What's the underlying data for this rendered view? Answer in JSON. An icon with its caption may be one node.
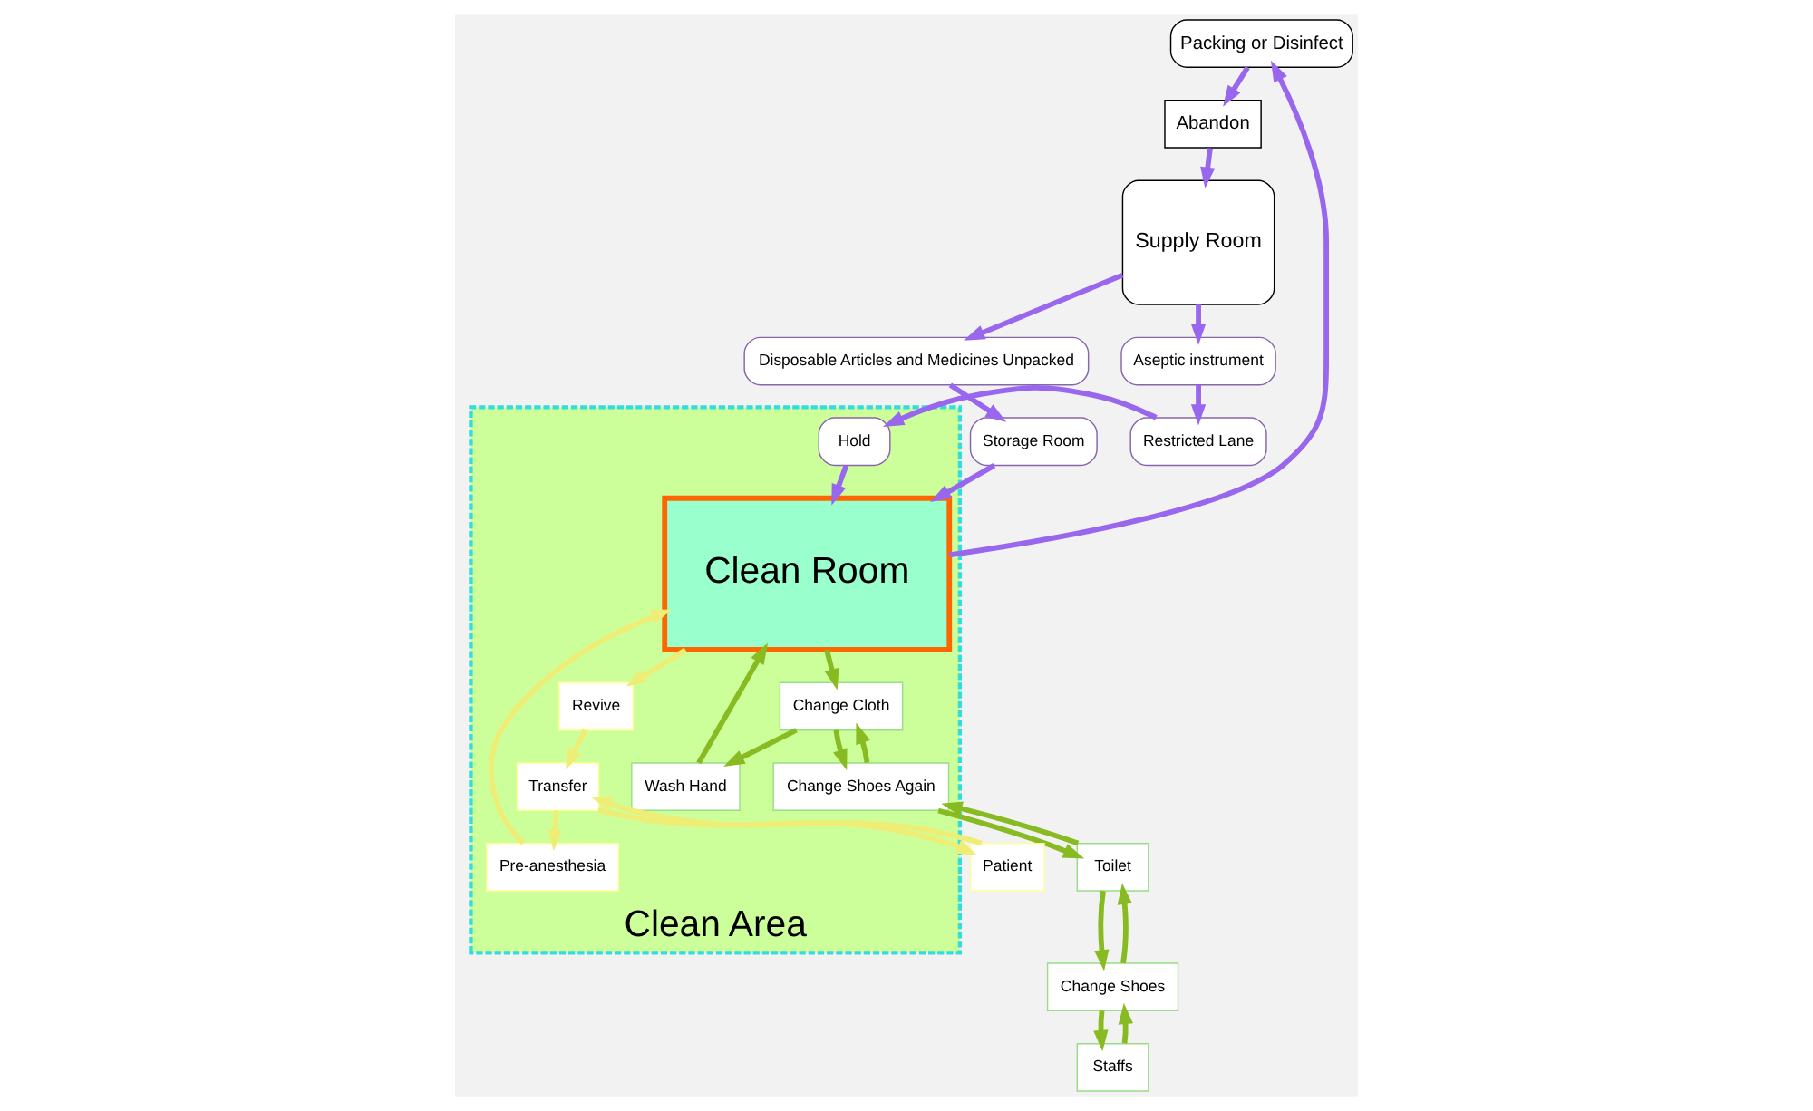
{
  "diagram": {
    "nodes": [
      {
        "text": [
          "Abandon"
        ]
      },
      {
        "text": [
          "Packing or Disinfect"
        ]
      },
      {
        "text": [
          "Supply Room"
        ]
      },
      {
        "text": [
          "Aseptic instrument"
        ]
      },
      {
        "text": [
          "Restricted Lane"
        ]
      },
      {
        "text": [
          "Clean Area"
        ]
      },
      {
        "text": [
          "Hold"
        ],
        "in": 5
      },
      {
        "text": [
          "Clean Room"
        ],
        "in": 5
      },
      {
        "text": [
          "Disposable Articles and Medicines Unpacked"
        ]
      },
      {
        "text": [
          "Storage Room"
        ]
      },
      {
        "text": [
          "Wash Hand"
        ],
        "in": 5
      },
      {
        "text": [
          "Pre-anesthesia"
        ],
        "in": 5
      },
      {
        "text": [
          "Revive"
        ],
        "in": 5
      },
      {
        "text": [
          "Change Cloth"
        ],
        "in": 5
      },
      {
        "text": [
          "Change Shoes Again"
        ],
        "in": 5
      },
      {
        "text": [
          "Transfer"
        ],
        "in": 5
      },
      {
        "text": [
          "Toilet"
        ]
      },
      {
        "text": [
          "Change Shoes"
        ]
      },
      {
        "text": [
          "Staffs"
        ]
      },
      {
        "text": [
          "Patient"
        ]
      }
    ],
    "edges": [
      {
        "from": 1,
        "to": 0,
        "arrow": "to",
        "color": "#9966ee"
      },
      {
        "from": 0,
        "to": 2,
        "arrow": "to",
        "color": "#9966ee"
      },
      {
        "from": 7,
        "to": 1,
        "arrow": "to",
        "color": "#9966ee"
      },
      {
        "from": 2,
        "to": 3,
        "arrow": "to",
        "color": "#9966ee"
      },
      {
        "from": 3,
        "to": 4,
        "arrow": "to",
        "color": "#9966ee"
      },
      {
        "from": 4,
        "to": 6,
        "arrow": "to",
        "color": "#9966ee"
      },
      {
        "from": 6,
        "to": 7,
        "arrow": "to",
        "color": "#9966ee"
      },
      {
        "from": 2,
        "to": 8,
        "arrow": "to",
        "color": "#9966ee"
      },
      {
        "from": 8,
        "to": 9,
        "arrow": "to",
        "color": "#9966ee"
      },
      {
        "from": 9,
        "to": 7,
        "arrow": "to",
        "color": "#9966ee"
      },
      {
        "from": 18,
        "to": 17,
        "arrow": "to",
        "color": "#88bb22"
      },
      {
        "from": 17,
        "to": 16,
        "arrow": "to",
        "color": "#88bb22"
      },
      {
        "from": 16,
        "to": 14,
        "arrow": "to",
        "color": "#88bb22"
      },
      {
        "from": 14,
        "to": 13,
        "arrow": "to",
        "color": "#88bb22"
      },
      {
        "from": 13,
        "to": 10,
        "arrow": "to",
        "color": "#88bb22"
      },
      {
        "from": 10,
        "to": 7,
        "arrow": "to",
        "color": "#88bb22"
      },
      {
        "from": 7,
        "to": 13,
        "arrow": "to",
        "color": "#88bb22"
      },
      {
        "from": 13,
        "to": 14,
        "arrow": "to",
        "color": "#88bb22"
      },
      {
        "from": 14,
        "to": 16,
        "arrow": "to",
        "color": "#88bb22"
      },
      {
        "from": 16,
        "to": 17,
        "arrow": "to",
        "color": "#88bb22"
      },
      {
        "from": 17,
        "to": 18,
        "arrow": "to",
        "color": "#88bb22"
      },
      {
        "from": 19,
        "to": 15,
        "arrow": "to",
        "color": "#eeee77"
      },
      {
        "from": 15,
        "to": 11,
        "arrow": "to",
        "color": "#eeee77"
      },
      {
        "from": 11,
        "to": 7,
        "arrow": "to",
        "color": "#eeee77"
      },
      {
        "from": 7,
        "to": 12,
        "arrow": "to",
        "color": "#eeee77"
      },
      {
        "from": 12,
        "to": 15,
        "arrow": "to",
        "color": "#eeee77"
      },
      {
        "from": 15,
        "to": 19,
        "arrow": "to",
        "color": "#eeee77"
      }
    ]
  }
}
